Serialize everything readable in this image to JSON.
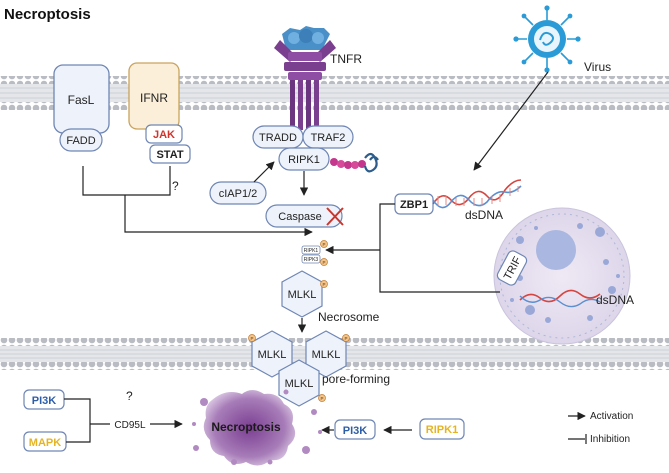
{
  "title": "Necroptosis",
  "labels": {
    "fasl": "FasL",
    "fadd": "FADD",
    "ifnr": "IFNR",
    "jak": "JAK",
    "stat": "STAT",
    "question_top": "?",
    "tnfr": "TNFR",
    "tradd": "TRADD",
    "traf2": "TRAF2",
    "ripk1": "RIPK1",
    "ciap": "cIAP1/2",
    "caspase": "Caspase",
    "virus": "Virus",
    "zbp1": "ZBP1",
    "dsdna_1": "dsDNA",
    "trif": "TRIF",
    "dsdna_2": "dsDNA",
    "ripk1_small": "RIPK1",
    "ripk3_small": "RIPK3",
    "p": "P",
    "mlkl": "MLKL",
    "necrosome": "Necrosome",
    "pore_forming": "pore-forming",
    "pi3k_left": "PI3K",
    "mapk": "MAPK",
    "question_bottom": "?",
    "cd95l": "CD95L",
    "necroptosis_cell": "Necroptosis",
    "pi3k_right": "PI3K",
    "ripk1_right": "RIPK1"
  },
  "legend": {
    "activation": "Activation",
    "inhibition": "Inhibition"
  },
  "colors": {
    "membrane_head": "#b9bcc2",
    "membrane_tail": "#d9dbe0",
    "box_fill": "#eef3fb",
    "box_stroke": "#6f86b4",
    "ifnr_fill": "#fbefd9",
    "ifnr_stroke": "#c9a35e",
    "receptor_purple": "#7a3f8e",
    "tnf_blue": "#4a90c8",
    "jak_red": "#d0342c",
    "mapk_yellow": "#e6b423",
    "ripk1_yellow": "#e6b423",
    "phospho_fill": "#f2c48a",
    "phospho_stroke": "#c07a2e",
    "nucleus_fill": "#cfd6ec",
    "dna_red": "#d64540",
    "dna_blue": "#5a8fd0",
    "virus_blue": "#2a9bd6",
    "dead_cell_purple": "#8c5a9e"
  }
}
